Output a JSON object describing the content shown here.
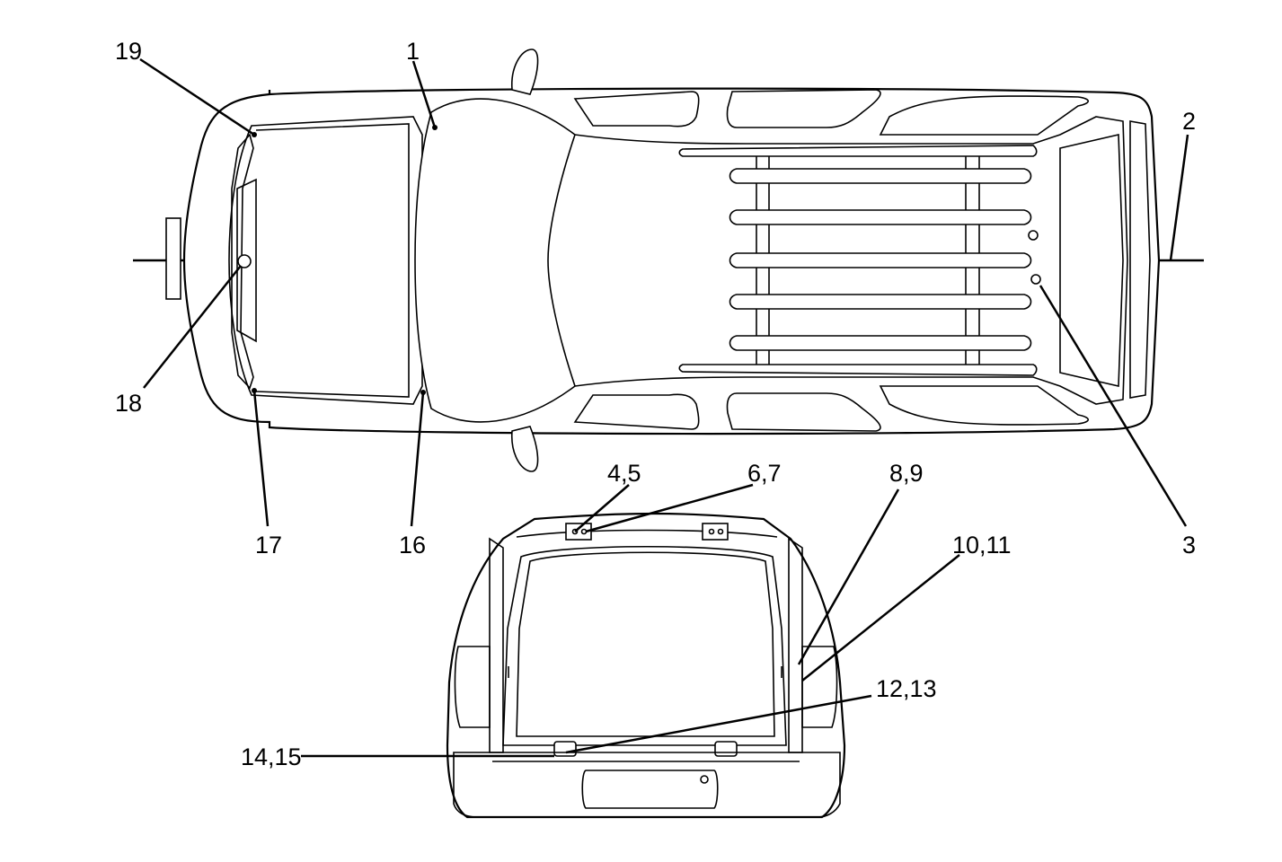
{
  "labels": {
    "l1": "1",
    "l2": "2",
    "l3": "3",
    "l4_5": "4,5",
    "l6_7": "6,7",
    "l8_9": "8,9",
    "l10_11": "10,11",
    "l12_13": "12,13",
    "l14_15": "14,15",
    "l16": "16",
    "l17": "17",
    "l18": "18",
    "l19": "19"
  }
}
